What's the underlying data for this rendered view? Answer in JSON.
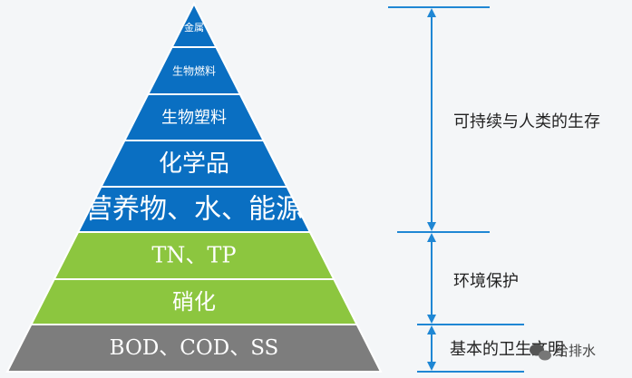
{
  "colors": {
    "blue": "#0a6fc2",
    "green": "#8cc63f",
    "gray": "#7d7d7d",
    "separator": "#ffffff",
    "bracket": "#1f87d4",
    "background": "#f4f6f8"
  },
  "levels": [
    {
      "label": "金属",
      "tier": "blue"
    },
    {
      "label": "生物燃料",
      "tier": "blue"
    },
    {
      "label": "生物塑料",
      "tier": "blue"
    },
    {
      "label": "化学品",
      "tier": "blue"
    },
    {
      "label": "营养物、水、能源",
      "tier": "blue"
    },
    {
      "label": "TN、TP",
      "tier": "green"
    },
    {
      "label": "硝化",
      "tier": "green"
    },
    {
      "label": "BOD、COD、SS",
      "tier": "gray"
    }
  ],
  "groups": [
    {
      "label": "可持续与人类的生存"
    },
    {
      "label": "环境保护"
    },
    {
      "label": "基本的卫生文明"
    }
  ],
  "watermark": {
    "text": "给排水",
    "icon": "wechat-icon"
  }
}
